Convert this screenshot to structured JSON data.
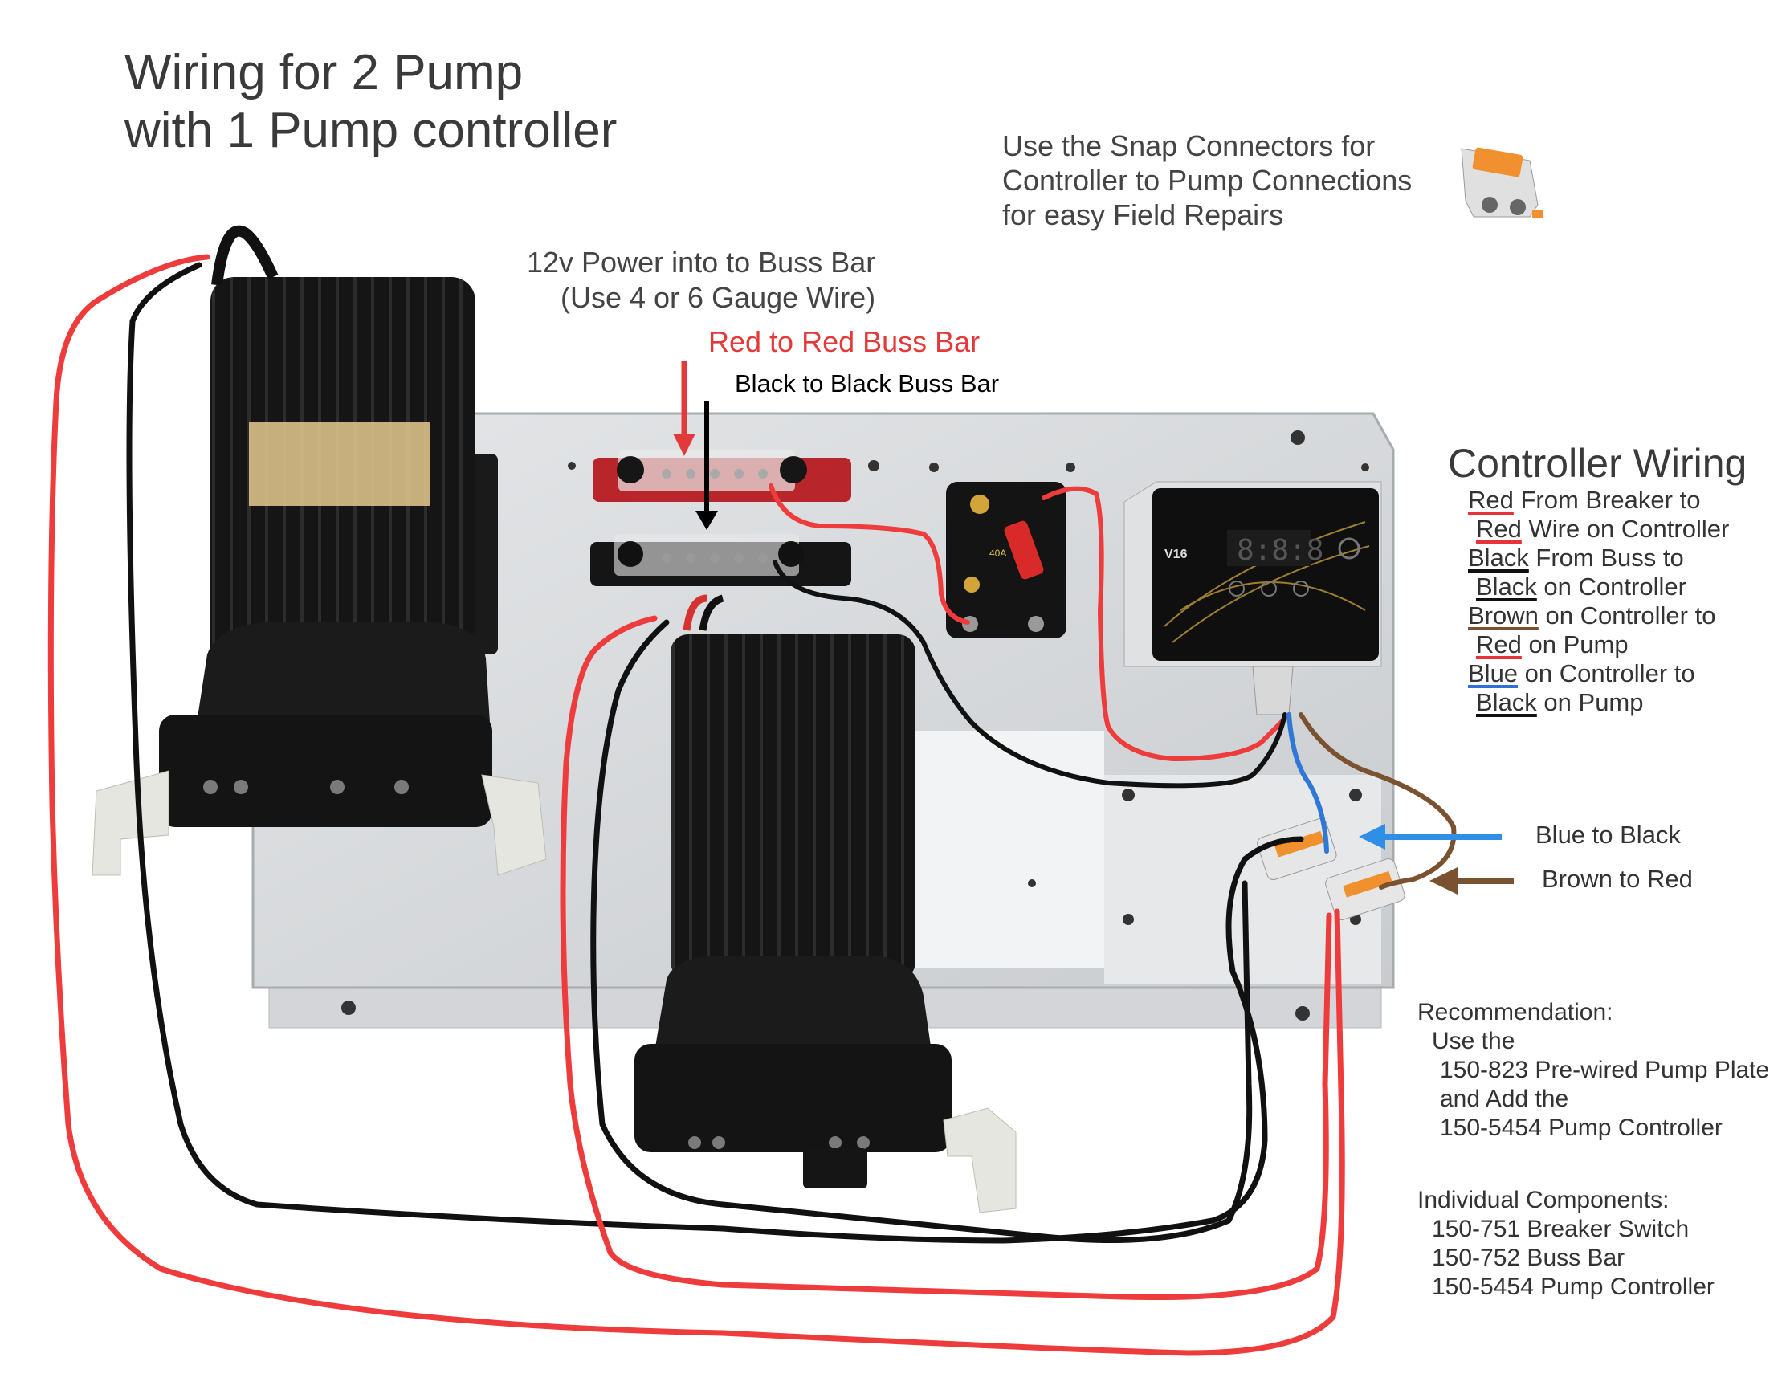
{
  "title": {
    "line1": "Wiring for 2 Pump",
    "line2": "with 1 Pump controller"
  },
  "snap_note": {
    "line1": "Use the Snap Connectors for",
    "line2": "Controller to Pump Connections",
    "line3": "for easy Field Repairs"
  },
  "power_note": {
    "line1": "12v Power into to Buss Bar",
    "line2": "(Use 4 or 6 Gauge Wire)"
  },
  "red_label": "Red to Red Buss Bar",
  "black_label": "Black to Black Buss Bar",
  "controller_wiring": {
    "title": "Controller Wiring",
    "lines": [
      {
        "color_word": "Red",
        "rest": " From Breaker to",
        "indent": false,
        "underline": "#e8323a"
      },
      {
        "color_word": "Red",
        "rest": " Wire on Controller",
        "indent": true,
        "underline": "#e8323a"
      },
      {
        "color_word": "Black",
        "rest": " From Buss to",
        "indent": false,
        "underline": "#111111"
      },
      {
        "color_word": "Black",
        "rest": " on Controller",
        "indent": true,
        "underline": "#111111"
      },
      {
        "color_word": "Brown",
        "rest": " on Controller to",
        "indent": false,
        "underline": "#7a5230"
      },
      {
        "color_word": "Red",
        "rest": " on Pump",
        "indent": true,
        "underline": "#e8323a"
      },
      {
        "color_word": "Blue",
        "rest": " on Controller to",
        "indent": false,
        "underline": "#2f6fd6"
      },
      {
        "color_word": "Black",
        "rest": " on Pump",
        "indent": true,
        "underline": "#111111"
      }
    ]
  },
  "blue_label": "Blue to Black",
  "brown_label": "Brown to Red",
  "recommendation": {
    "l1": "Recommendation:",
    "l2": "Use the",
    "l3": "150-823 Pre-wired Pump Plate",
    "l4": "and Add the",
    "l5": "150-5454 Pump Controller"
  },
  "components": {
    "l1": "Individual Components:",
    "l2": "150-751 Breaker Switch",
    "l3": "150-752 Buss Bar",
    "l4": "150-5454 Pump Controller"
  },
  "controller_display": "8:8:8",
  "controller_brand": "V16",
  "breaker_rating": "40A",
  "colors": {
    "red_wire": "#ee3b3b",
    "black_wire": "#111111",
    "blue_wire": "#2f78d6",
    "brown_wire": "#7b5230",
    "plate": "#d9dbdd",
    "pump_body": "#1c1c1c",
    "accent_orange": "#f0902e"
  }
}
